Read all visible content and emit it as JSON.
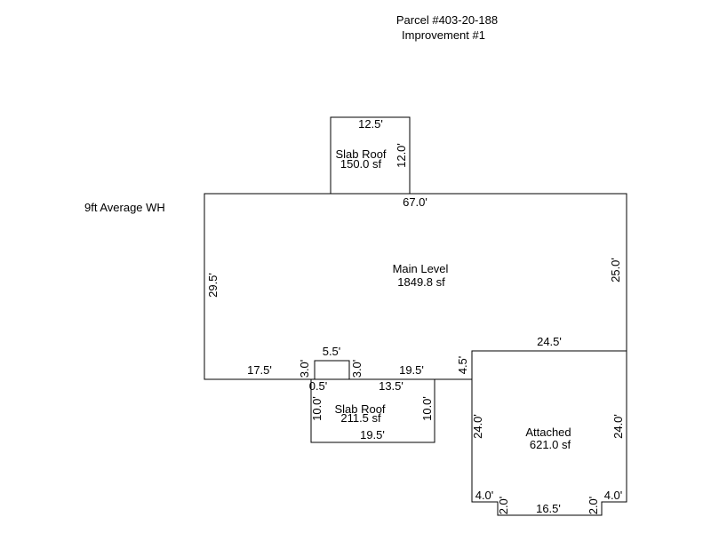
{
  "header": {
    "parcel": "Parcel #403-20-188",
    "improvement": "Improvement #1"
  },
  "note": "9ft Average WH",
  "areas": {
    "slab_roof_top": {
      "name": "Slab Roof",
      "area": "150.0 sf"
    },
    "main_level": {
      "name": "Main Level",
      "area": "1849.8 sf"
    },
    "slab_roof_bottom": {
      "name": "Slab Roof",
      "area": "211.5 sf"
    },
    "attached": {
      "name": "Attached",
      "area": "621.0 sf"
    }
  },
  "dimensions": {
    "top_slab_width": "12.5'",
    "top_slab_height": "12.0'",
    "main_top": "67.0'",
    "main_left": "29.5'",
    "main_right": "25.0'",
    "main_bottom_left": "17.5'",
    "notch_left": "3.0'",
    "notch_top": "5.5'",
    "notch_right": "3.0'",
    "main_bottom_mid": "19.5'",
    "notch_offset": "0.5'",
    "slab_top_inner": "13.5'",
    "step": "4.5'",
    "attached_top": "24.5'",
    "slab_left": "10.0'",
    "slab_right": "10.0'",
    "slab_bottom": "19.5'",
    "attached_left": "24.0'",
    "attached_right": "24.0'",
    "attached_bottom_left": "4.0'",
    "attached_bottom_right": "4.0'",
    "jog_left": "2.0'",
    "attached_bottom_mid": "16.5'",
    "jog_right": "2.0'"
  }
}
